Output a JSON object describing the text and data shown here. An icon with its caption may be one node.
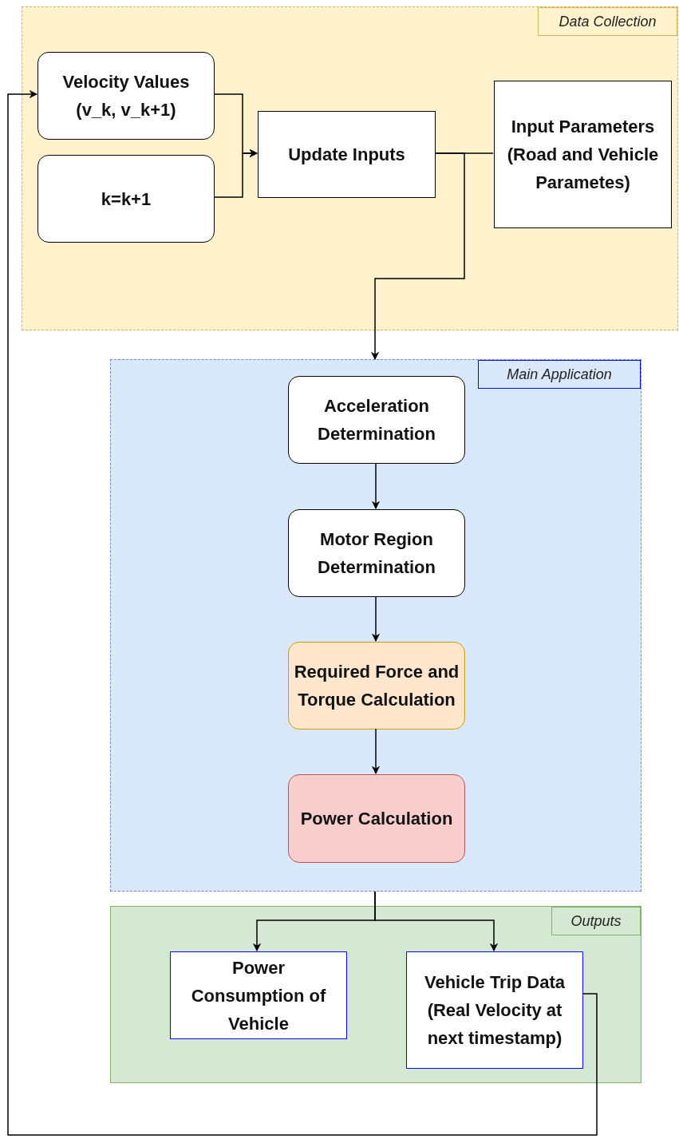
{
  "diagram": {
    "nodes": [
      {
        "text": [
          "Data Collection"
        ]
      },
      {
        "text": [
          "Velocity Values (v_k, v_k+1)"
        ],
        "in": 0
      },
      {
        "text": [
          "k=k+1"
        ],
        "in": 0
      },
      {
        "text": [
          "Update Inputs"
        ],
        "in": 0
      },
      {
        "text": [
          "Input Parameters (Road and Vehicle Parametes)"
        ],
        "in": 0
      },
      {
        "text": [
          "Main Application"
        ]
      },
      {
        "text": [
          "Acceleration Determination"
        ],
        "in": 5
      },
      {
        "text": [
          "Motor Region Determination"
        ],
        "in": 5
      },
      {
        "text": [
          "Required Force and Torque Calculation"
        ],
        "in": 5
      },
      {
        "text": [
          "Power Calculation"
        ],
        "in": 5
      },
      {
        "text": [
          "Outputs"
        ]
      },
      {
        "text": [
          "Power Consumption of Vehicle"
        ],
        "in": 10
      },
      {
        "text": [
          "Vehicle Trip Data (Real Velocity at next timestamp)"
        ],
        "in": 10
      }
    ],
    "edges": [
      {
        "from": 1,
        "to": 3,
        "arrow": "to"
      },
      {
        "from": 2,
        "to": 3,
        "arrow": "to"
      },
      {
        "from": 3,
        "to": 4,
        "arrow": "none"
      },
      {
        "from": 3,
        "to": 5,
        "arrow": "to"
      },
      {
        "from": 6,
        "to": 7,
        "arrow": "to"
      },
      {
        "from": 7,
        "to": 8,
        "arrow": "to"
      },
      {
        "from": 8,
        "to": 9,
        "arrow": "to"
      },
      {
        "from": 5,
        "to": 11,
        "arrow": "to"
      },
      {
        "from": 5,
        "to": 12,
        "arrow": "to"
      },
      {
        "from": 12,
        "to": 1,
        "arrow": "to"
      }
    ]
  }
}
